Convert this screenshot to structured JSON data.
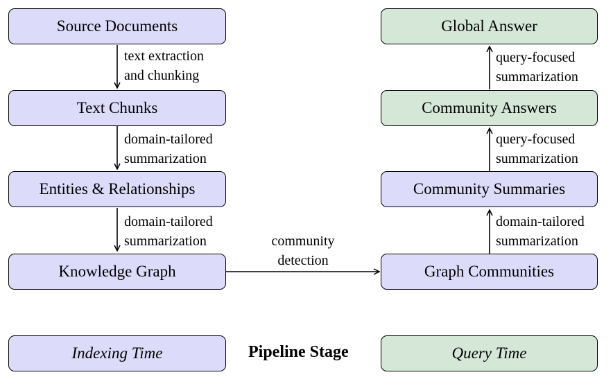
{
  "nodes": {
    "source_documents": "Source Documents",
    "text_chunks": "Text Chunks",
    "entities_relationships": "Entities & Relationships",
    "knowledge_graph": "Knowledge Graph",
    "graph_communities": "Graph Communities",
    "community_summaries": "Community Summaries",
    "community_answers": "Community Answers",
    "global_answer": "Global Answer"
  },
  "edges": {
    "extraction": [
      "text extraction",
      "and chunking"
    ],
    "to_entities": [
      "domain-tailored",
      "summarization"
    ],
    "to_graph": [
      "domain-tailored",
      "summarization"
    ],
    "community_detection": [
      "community",
      "detection"
    ],
    "to_summaries": [
      "domain-tailored",
      "summarization"
    ],
    "to_answers": [
      "query-focused",
      "summarization"
    ],
    "to_global": [
      "query-focused",
      "summarization"
    ]
  },
  "legend": {
    "indexing_time": "Indexing Time",
    "pipeline_stage": "Pipeline Stage",
    "query_time": "Query Time"
  },
  "colors": {
    "indexing": "#dcdcfa",
    "query": "#d5e8d8"
  }
}
